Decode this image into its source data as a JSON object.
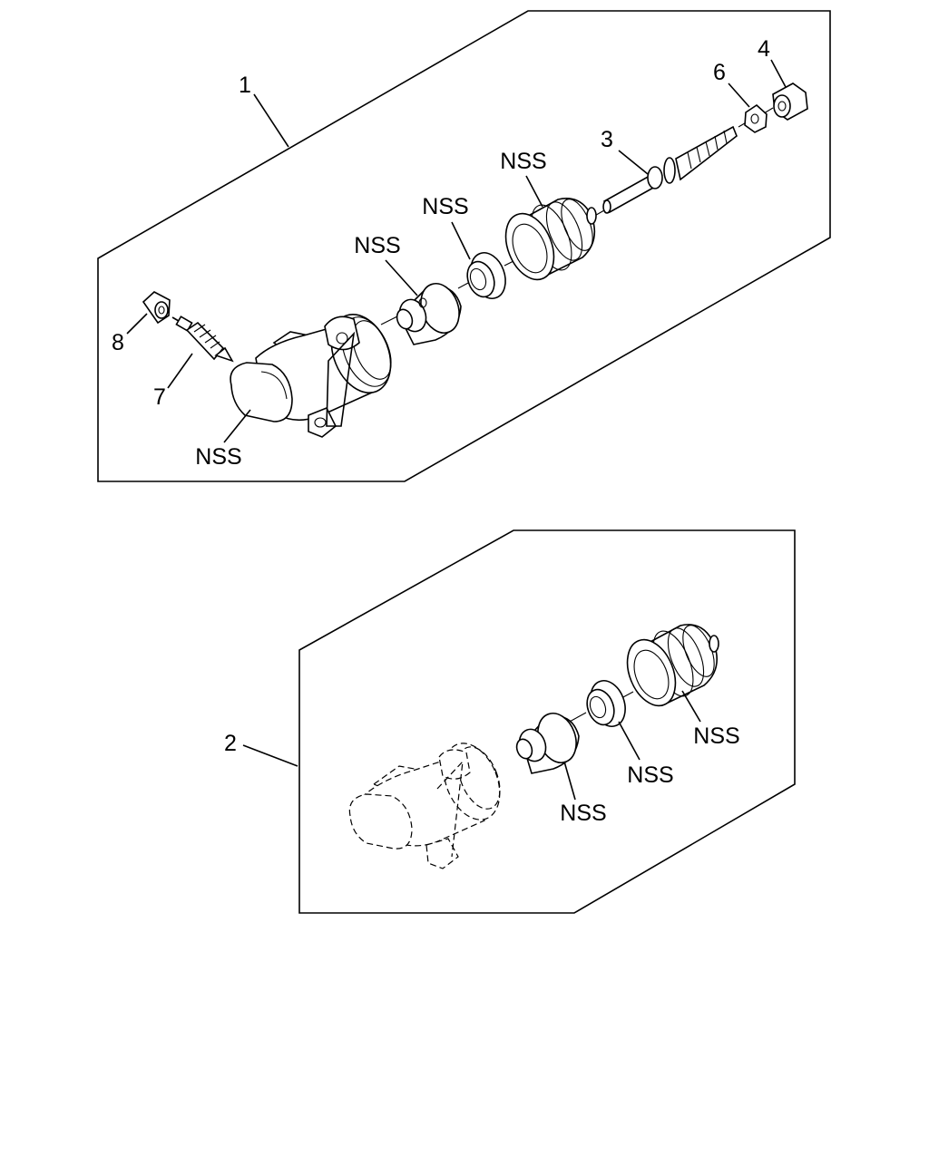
{
  "callouts": {
    "item_1": "1",
    "item_2": "2",
    "item_3": "3",
    "item_4": "4",
    "item_6": "6",
    "item_7": "7",
    "item_8": "8",
    "nss": "NSS"
  }
}
